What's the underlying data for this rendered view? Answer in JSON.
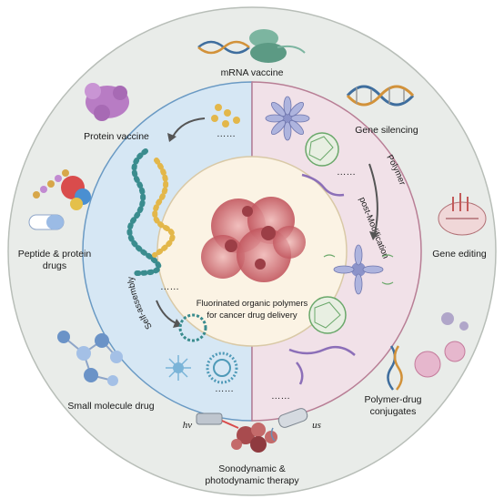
{
  "outer_labels": {
    "mrna_vaccine": "mRNA vaccine",
    "protein_vaccine": "Protein vaccine",
    "gene_silencing": "Gene silencing",
    "peptide_protein_line1": "Peptide & protein",
    "peptide_protein_line2": "drugs",
    "gene_editing": "Gene editing",
    "small_molecule": "Small molecule drug",
    "polymer_drug_line1": "Polymer-drug",
    "polymer_drug_line2": "conjugates",
    "sono_line1": "Sonodynamic &",
    "sono_line2": "photodynamic therapy"
  },
  "inner_labels": {
    "self_assembly": "Self-assembly",
    "polymer": "Polymer",
    "post_modification": "post-Modification",
    "hv": "hv",
    "us": "us",
    "ellipsis": "……"
  },
  "center": {
    "line1": "Fluorinated organic polymers",
    "line2": "for cancer drug delivery"
  },
  "colors": {
    "outer_ring": "#e9ece9",
    "outer_border": "#b8beb8",
    "left_panel": "#d6e7f4",
    "left_border": "#6a9ac4",
    "right_panel": "#f1e1e8",
    "right_border": "#b87e95",
    "center_fill": "#fbf3e4",
    "tumor": "#c2575f"
  }
}
